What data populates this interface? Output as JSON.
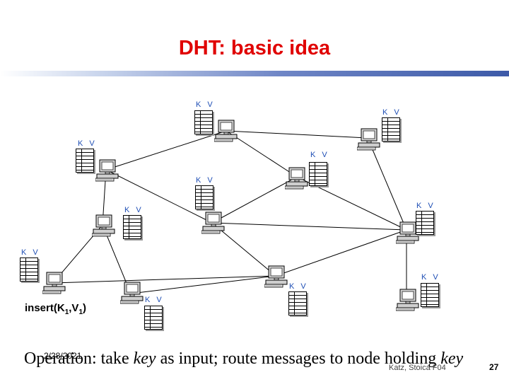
{
  "title": "DHT: basic idea",
  "kv_label": "K V",
  "insert_label": {
    "prefix": "insert(K",
    "k_sub": "1",
    "mid": ",V",
    "v_sub": "1",
    "suffix": ")"
  },
  "footer": {
    "op_prefix": "Operation: take ",
    "op_key1": "key",
    "op_mid": " as input; route messages to node holding ",
    "op_key2": "key",
    "date": "2/28/2021",
    "author": "Katz, Stoica F04",
    "page": "27"
  },
  "colors": {
    "title": "#e00000",
    "kv_label": "#1f4fb5",
    "accent_bar": "#3d5aa8"
  }
}
